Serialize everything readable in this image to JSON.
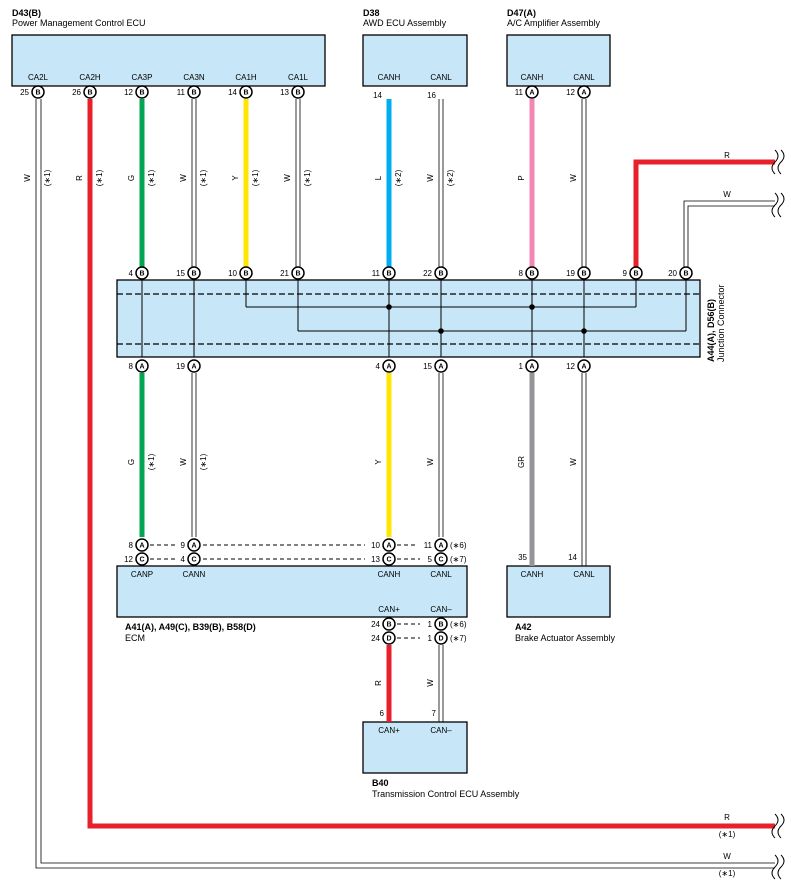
{
  "components": {
    "pmc": {
      "code": "D43(B)",
      "name": "Power Management Control ECU",
      "pins": [
        "CA2L",
        "CA2H",
        "CA3P",
        "CA3N",
        "CA1H",
        "CA1L"
      ],
      "pin_numbers": [
        "25",
        "26",
        "12",
        "11",
        "14",
        "13"
      ],
      "connectors": [
        "B",
        "B",
        "B",
        "B",
        "B",
        "B"
      ]
    },
    "awd": {
      "code": "D38",
      "name": "AWD ECU Assembly",
      "pins": [
        "CANH",
        "CANL"
      ],
      "pin_numbers": [
        "14",
        "16"
      ],
      "connectors": [
        "",
        ""
      ]
    },
    "ac": {
      "code": "D47(A)",
      "name": "A/C Amplifier Assembly",
      "pins": [
        "CANH",
        "CANL"
      ],
      "pin_numbers": [
        "11",
        "12"
      ],
      "connectors": [
        "A",
        "A"
      ]
    },
    "junction": {
      "code": "A44(A), D56(B)",
      "name": "Junction Connector",
      "top_pins": [
        "4",
        "15",
        "10",
        "21",
        "11",
        "22",
        "8",
        "19",
        "9",
        "20"
      ],
      "top_connectors": [
        "B",
        "B",
        "B",
        "B",
        "B",
        "B",
        "B",
        "B",
        "B",
        "B"
      ],
      "bottom_pins": [
        "8",
        "19",
        "4",
        "15",
        "1",
        "12"
      ],
      "bottom_connectors": [
        "A",
        "A",
        "A",
        "A",
        "A",
        "A"
      ]
    },
    "ecm": {
      "code": "A41(A), A49(C), B39(B), B58(D)",
      "name": "ECM",
      "pins": [
        "CANP",
        "CANN",
        "CANH",
        "CANL"
      ],
      "sub_pins": [
        "CAN+",
        "CAN–"
      ]
    },
    "brake": {
      "code": "A42",
      "name": "Brake Actuator Assembly",
      "pins": [
        "CANH",
        "CANL"
      ],
      "pin_numbers": [
        "35",
        "14"
      ]
    },
    "tcm": {
      "code": "B40",
      "name": "Transmission Control ECU Assembly",
      "pins": [
        "CAN+",
        "CAN–"
      ],
      "pin_numbers": [
        "6",
        "7"
      ]
    }
  },
  "ecm_connections": {
    "rows": [
      {
        "pin": "8",
        "conn": "A",
        "pin2": "9",
        "conn2": "A",
        "pin3": "10",
        "conn3": "A",
        "pin4": "11",
        "conn4": "A",
        "note": "(∗6)"
      },
      {
        "pin": "12",
        "conn": "C",
        "pin2": "4",
        "conn2": "C",
        "pin3": "13",
        "conn3": "C",
        "pin4": "5",
        "conn4": "C",
        "note": "(∗7)"
      }
    ],
    "lower": [
      {
        "pin": "24",
        "conn": "B",
        "pin2": "1",
        "conn2": "B",
        "note": "(∗6)"
      },
      {
        "pin": "24",
        "conn": "D",
        "pin2": "1",
        "conn2": "D",
        "note": "(∗7)"
      }
    ]
  },
  "wire_labels": {
    "pmc": [
      {
        "color": "W",
        "note": "(∗1)"
      },
      {
        "color": "R",
        "note": "(∗1)"
      },
      {
        "color": "G",
        "note": "(∗1)"
      },
      {
        "color": "W",
        "note": "(∗1)"
      },
      {
        "color": "Y",
        "note": "(∗1)"
      },
      {
        "color": "W",
        "note": "(∗1)"
      }
    ],
    "awd": [
      {
        "color": "L",
        "note": "(∗2)"
      },
      {
        "color": "W",
        "note": "(∗2)"
      }
    ],
    "ac": [
      {
        "color": "P",
        "note": ""
      },
      {
        "color": "W",
        "note": ""
      }
    ],
    "jc_lower": [
      {
        "color": "G",
        "note": "(∗1)"
      },
      {
        "color": "W",
        "note": "(∗1)"
      },
      {
        "color": "Y",
        "note": ""
      },
      {
        "color": "W",
        "note": ""
      },
      {
        "color": "GR",
        "note": ""
      },
      {
        "color": "W",
        "note": ""
      }
    ],
    "tcm": [
      {
        "color": "R",
        "note": ""
      },
      {
        "color": "W",
        "note": ""
      }
    ],
    "right_top": [
      "R",
      "W"
    ],
    "bottom": [
      {
        "color": "R",
        "note": "(∗1)"
      },
      {
        "color": "W",
        "note": "(∗1)"
      }
    ]
  },
  "colors": {
    "red": "#e8202a",
    "green": "#00a651",
    "yellow": "#ffe600",
    "blue": "#00aeef",
    "pink": "#f286b5",
    "gray": "#939598",
    "white_wire": "#ffffff",
    "box_fill": "#c7e6f7"
  }
}
